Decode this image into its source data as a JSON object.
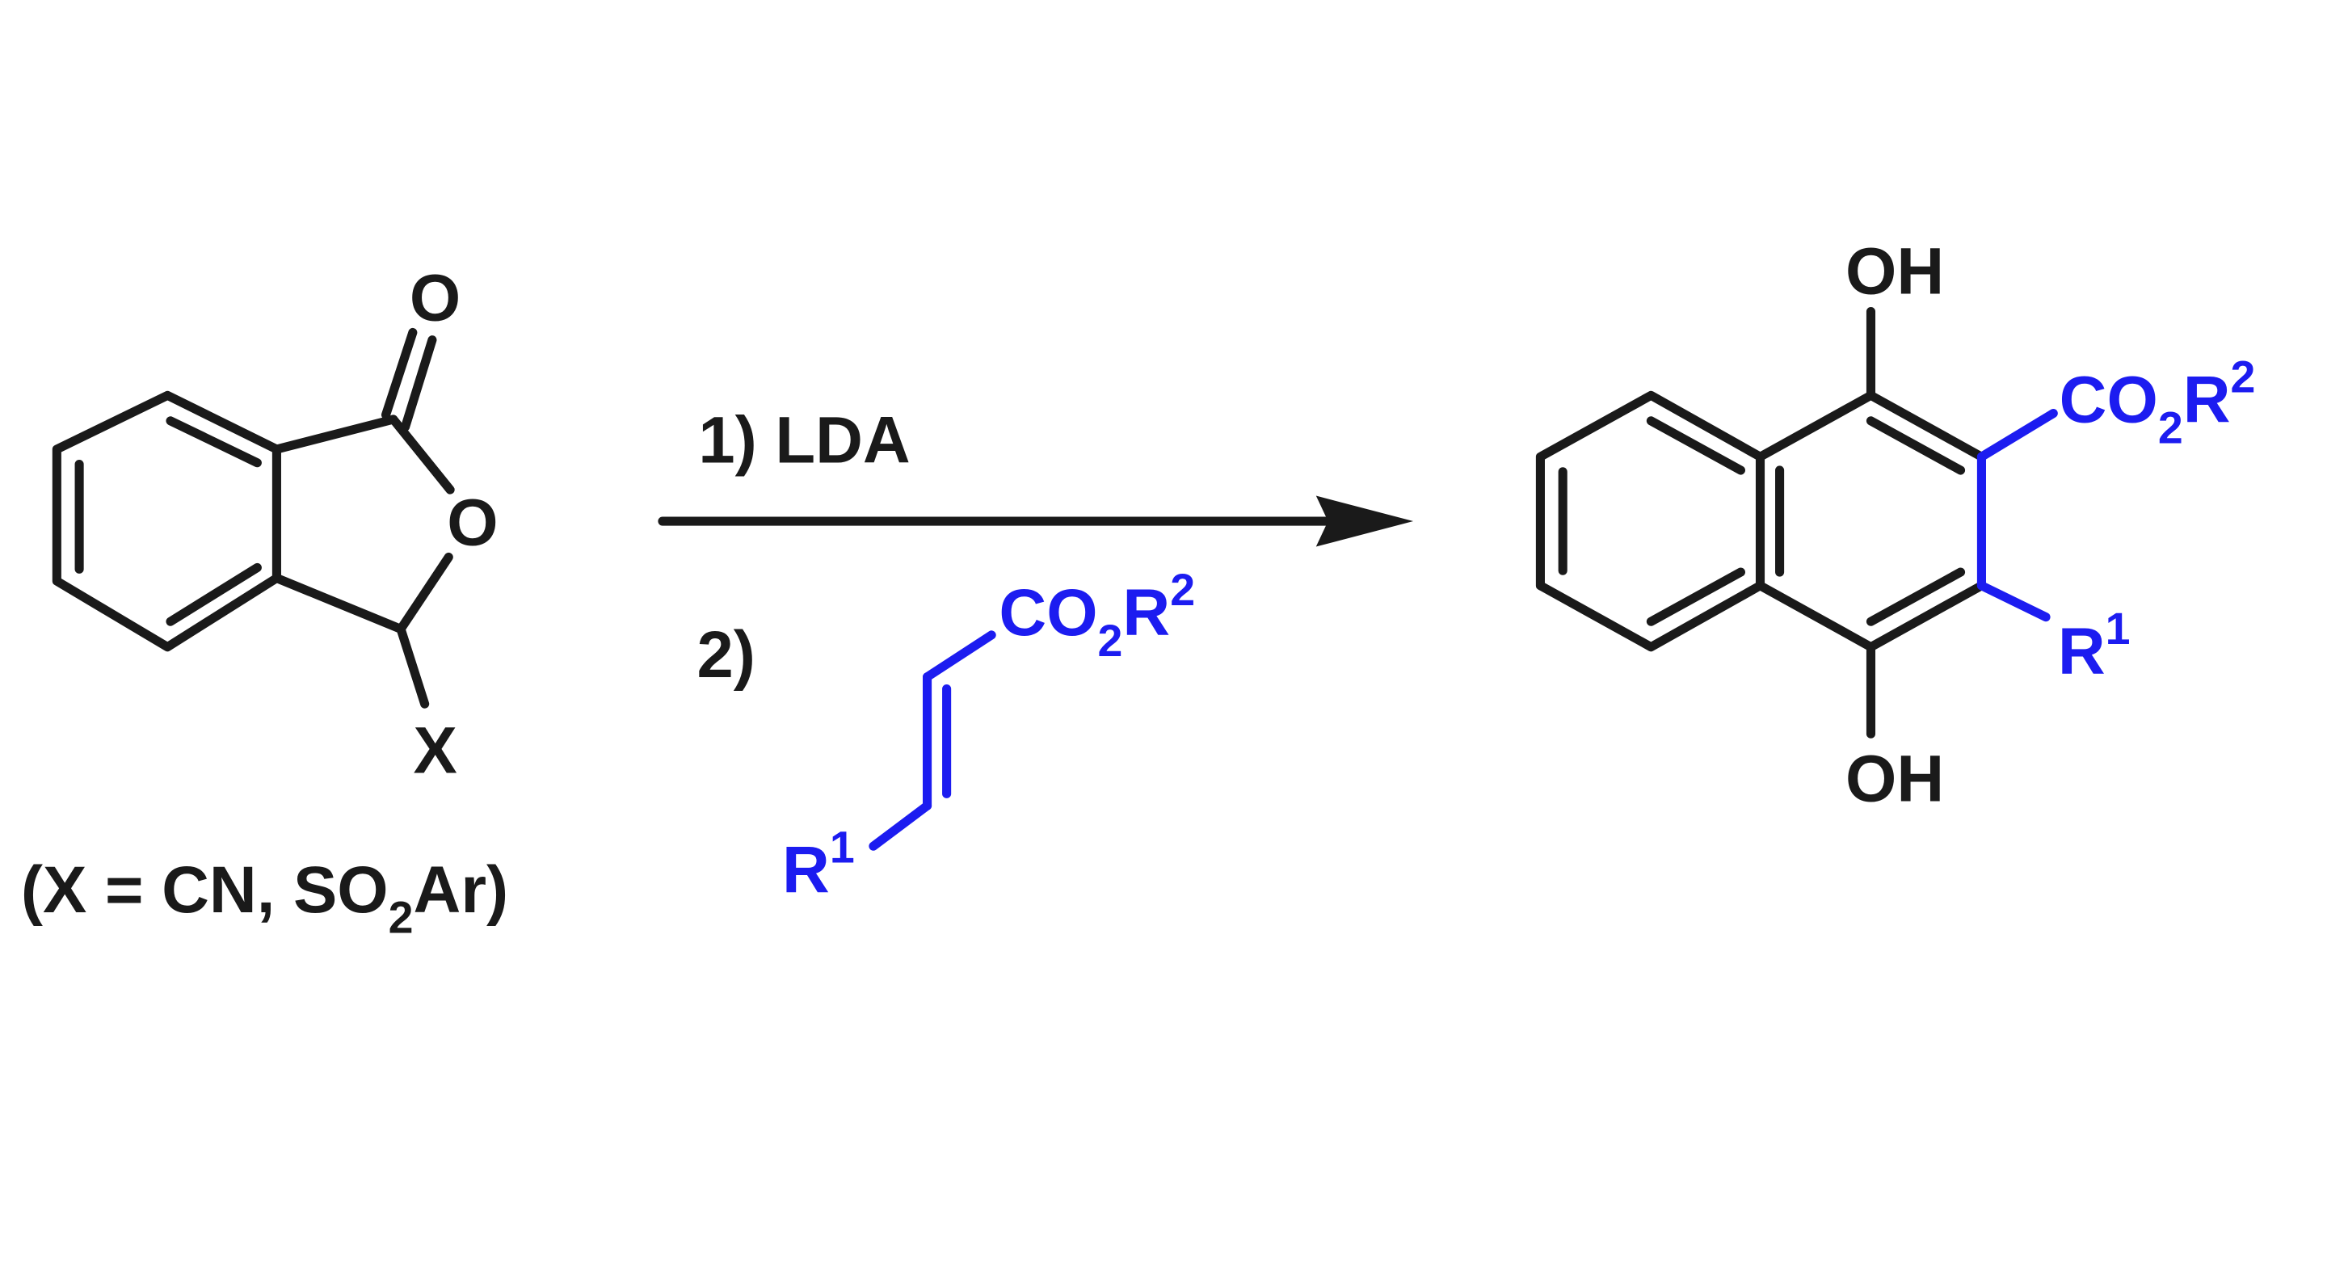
{
  "colors": {
    "bond_black": "#1a1a1a",
    "reagent_blue": "#1c1cf0",
    "background": "#ffffff"
  },
  "starting_material": {
    "carbonyl_O": "O",
    "ring_O": "O",
    "substituent": "X",
    "note": "(X = CN, SO2Ar)",
    "note_parts": {
      "open": "(X = CN, SO",
      "sub": "2",
      "close": "Ar)"
    }
  },
  "conditions": {
    "step1": "1) LDA",
    "step2": "2)",
    "reagent": {
      "r1": "R",
      "r1_sup": "1",
      "ester": "CO",
      "ester_sub": "2",
      "ester_r": "R",
      "ester_sup": "2"
    }
  },
  "product": {
    "oh_top": "OH",
    "oh_bottom": "OH",
    "ester": "CO",
    "ester_sub": "2",
    "ester_r": "R",
    "ester_sup": "2",
    "r1": "R",
    "r1_sup": "1"
  }
}
